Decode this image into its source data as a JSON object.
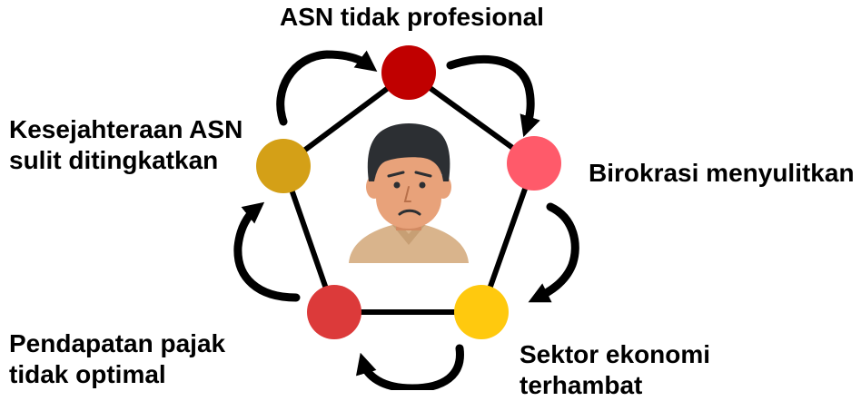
{
  "nodes": [
    {
      "id": "top",
      "lines": [
        "ASN tidak profesional"
      ],
      "color": "#c00000"
    },
    {
      "id": "right",
      "lines": [
        "Birokrasi menyulitkan"
      ],
      "color": "#ff5a6a"
    },
    {
      "id": "bottom-right",
      "lines": [
        "Sektor ekonomi",
        "terhambat"
      ],
      "color": "#ffc90e"
    },
    {
      "id": "bottom-left",
      "lines": [
        "Pendapatan pajak",
        "tidak optimal"
      ],
      "color": "#dc3a3a"
    },
    {
      "id": "left",
      "lines": [
        "Kesejahteraan ASN",
        "sulit ditingkatkan"
      ],
      "color": "#d4a017"
    }
  ],
  "center_figure": {
    "icon": "worried-civil-servant-icon",
    "colors": {
      "hair": "#2c2f33",
      "skin": "#e8a27a",
      "skin_shadow": "#d28a62",
      "shirt": "#d9b48c"
    }
  },
  "edge_color": "#000000",
  "arrow_color": "#000000"
}
